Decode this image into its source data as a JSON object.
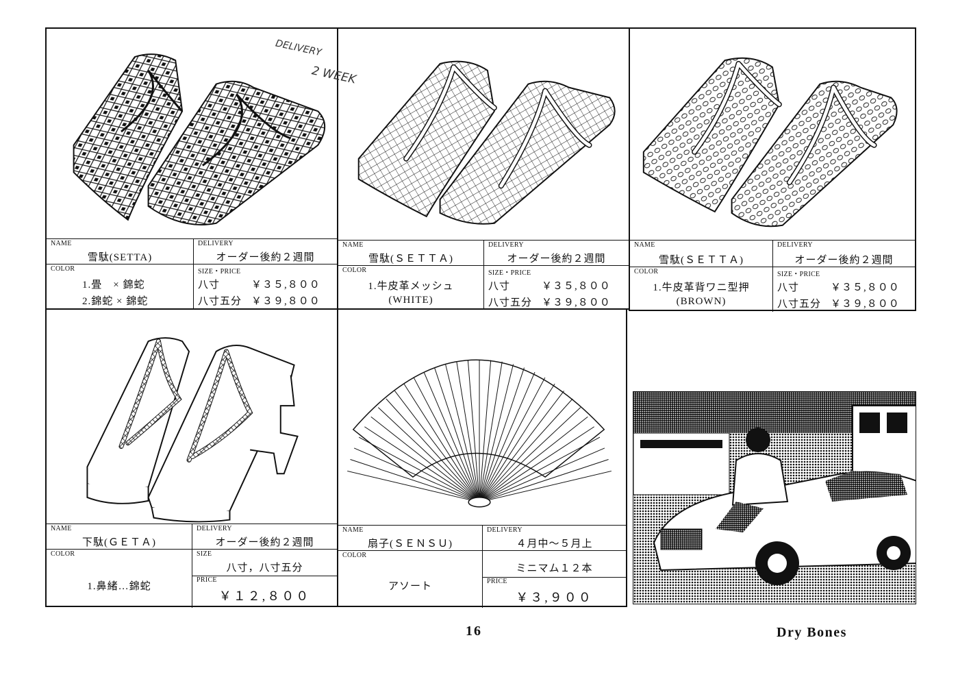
{
  "products": [
    {
      "name_label": "NAME",
      "name": "雪駄(SETTA)",
      "delivery_label": "DELIVERY",
      "delivery": "オーダー後約２週間",
      "color_label": "COLOR",
      "colors": [
        "1.畳　× 錦蛇",
        "2.錦蛇 × 錦蛇"
      ],
      "size_price_label": "SIZE・PRICE",
      "prices": [
        {
          "size": "八寸",
          "price": "￥３５,８００"
        },
        {
          "size": "八寸五分",
          "price": "￥３９,８００"
        }
      ]
    },
    {
      "name_label": "NAME",
      "name": "雪駄(ＳＥＴＴＡ)",
      "delivery_label": "DELIVERY",
      "delivery": "オーダー後約２週間",
      "color_label": "COLOR",
      "colors": [
        "1.牛皮革メッシュ",
        "(WHITE)"
      ],
      "size_price_label": "SIZE・PRICE",
      "prices": [
        {
          "size": "八寸",
          "price": "￥３５,８００"
        },
        {
          "size": "八寸五分",
          "price": "￥３９,８００"
        }
      ]
    },
    {
      "name_label": "NAME",
      "name": "雪駄(ＳＥＴＴＡ)",
      "delivery_label": "DELIVERY",
      "delivery": "オーダー後約２週間",
      "color_label": "COLOR",
      "colors": [
        "1.牛皮革背ワニ型押",
        "(BROWN)"
      ],
      "size_price_label": "SIZE・PRICE",
      "prices": [
        {
          "size": "八寸",
          "price": "￥３５,８００"
        },
        {
          "size": "八寸五分",
          "price": "￥３９,８００"
        }
      ]
    },
    {
      "name_label": "NAME",
      "name": "下駄(ＧＥＴＡ)",
      "delivery_label": "DELIVERY",
      "delivery": "オーダー後約２週間",
      "color_label": "COLOR",
      "color": "1.鼻緒…錦蛇",
      "size_label": "SIZE",
      "size": "八寸，八寸五分",
      "price_label": "PRICE",
      "price": "￥１２,８００"
    },
    {
      "name_label": "NAME",
      "name": "扇子(ＳＥＮＳＵ)",
      "delivery_label": "DELIVERY",
      "delivery": "４月中～５月上",
      "color_label": "COLOR",
      "color": "アソート",
      "size": "ミニマム１２本",
      "price_label": "PRICE",
      "price": "￥３,９００"
    }
  ],
  "handwritten_note": {
    "line1": "DELIVERY",
    "line2": "2 WEEK"
  },
  "page_number": "16",
  "brand": "Dry Bones"
}
